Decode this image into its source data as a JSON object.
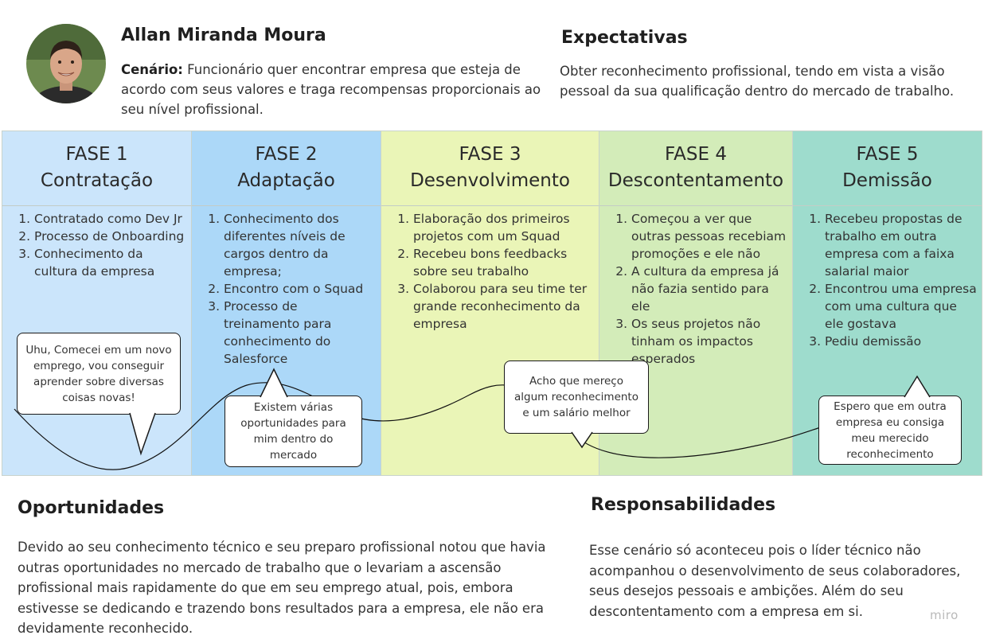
{
  "persona": {
    "name": "Allan Miranda Moura",
    "scenario_label": "Cenário:",
    "scenario_text": "Funcionário quer encontrar empresa que esteja de acordo com seus valores e traga recompensas proporcionais ao seu nível profissional."
  },
  "expectations": {
    "title": "Expectativas",
    "text": "Obter reconhecimento profissional,  tendo em vista a visão pessoal da sua qualificação dentro do mercado de trabalho."
  },
  "phases": [
    {
      "number": "FASE 1",
      "name": "Contratação",
      "color": "#cbe5fb",
      "items": [
        "Contratado como Dev Jr",
        "Processo de Onboarding",
        "Conhecimento da cultura da empresa"
      ]
    },
    {
      "number": "FASE 2",
      "name": "Adaptação",
      "color": "#acd8f8",
      "items": [
        "Conhecimento dos diferentes níveis de cargos dentro da empresa;",
        "Encontro com o Squad",
        "Processo de treinamento para conhecimento do Salesforce"
      ]
    },
    {
      "number": "FASE 3",
      "name": "Desenvolvimento",
      "color": "#eaf5b7",
      "items": [
        "Elaboração dos primeiros projetos com um Squad",
        "Recebeu bons feedbacks sobre seu trabalho",
        "Colaborou para seu time ter grande reconhecimento da empresa"
      ]
    },
    {
      "number": "FASE 4",
      "name": "Descontentamento",
      "color": "#d3ecb9",
      "items": [
        "Começou a ver que outras pessoas recebiam promoções e ele não",
        "A cultura da empresa já não fazia sentido para ele",
        "Os seus projetos não tinham os impactos esperados"
      ]
    },
    {
      "number": "FASE 5",
      "name": "Demissão",
      "color": "#9edccd",
      "items": [
        "Recebeu propostas de trabalho em outra empresa com a faixa salarial maior",
        "Encontrou uma empresa com uma cultura que ele gostava",
        "Pediu demissão"
      ]
    }
  ],
  "bubbles": [
    "Uhu, Comecei em um novo emprego, vou conseguir aprender sobre diversas coisas novas!",
    "Existem várias oportunidades para mim dentro do mercado",
    "Acho que mereço algum reconhecimento e um salário melhor",
    "Espero que em outra empresa eu consiga meu merecido reconhecimento"
  ],
  "opportunities": {
    "title": "Oportunidades",
    "text": "Devido ao seu conhecimento técnico e seu preparo profissional notou que havia outras oportunidades no mercado de trabalho que o levariam a ascensão profissional mais rapidamente do que em seu emprego atual, pois, embora estivesse se dedicando e trazendo bons resultados para a empresa, ele não era devidamente reconhecido."
  },
  "responsibilities": {
    "title": "Responsabilidades",
    "text": "Esse cenário só aconteceu pois o líder técnico não acompanhou o desenvolvimento de seus colaboradores, seus desejos pessoais e ambições. Além do seu descontentamento com a empresa em si."
  },
  "brand": "miro"
}
